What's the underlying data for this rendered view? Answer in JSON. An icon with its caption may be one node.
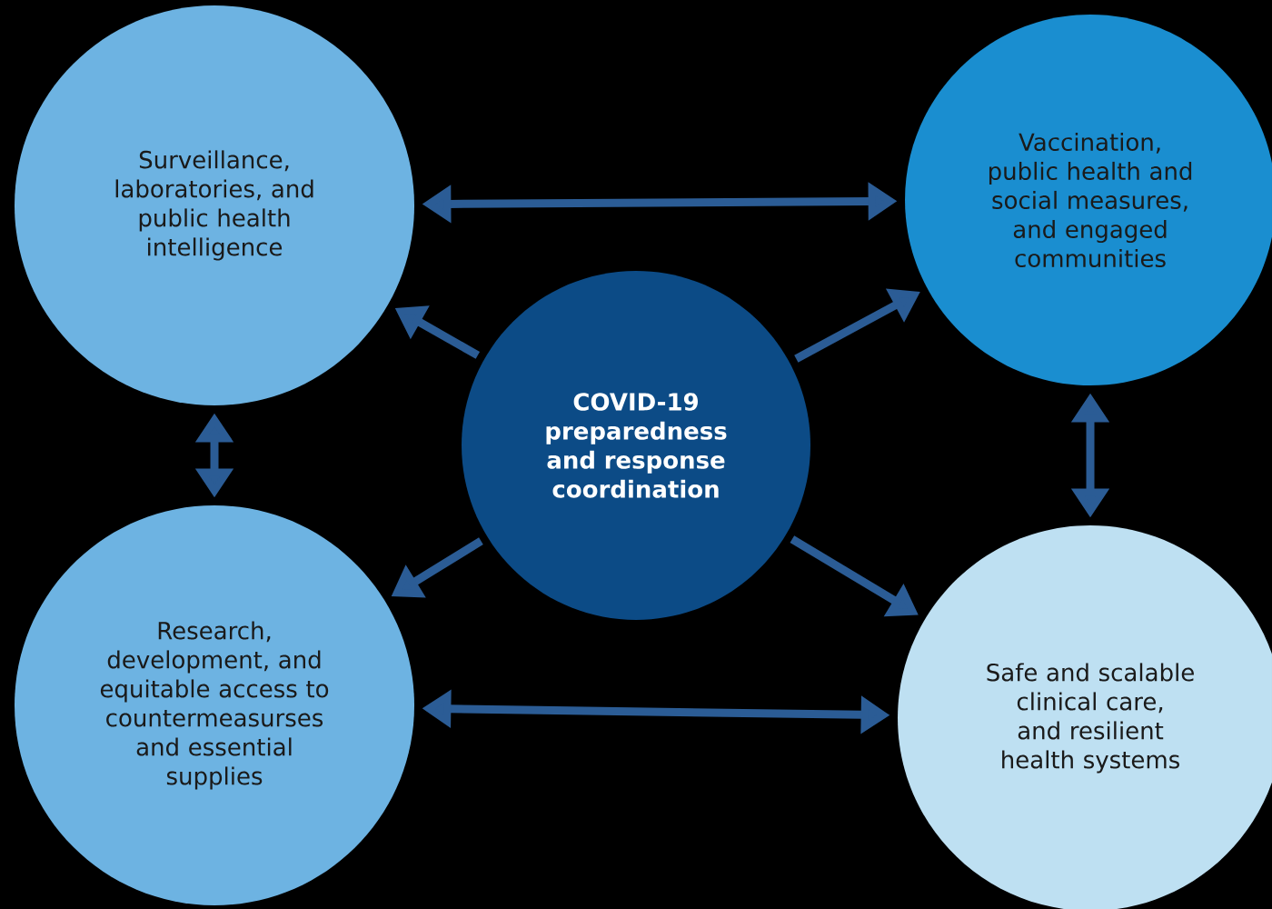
{
  "diagram": {
    "nodes": [
      {
        "text": [
          "Surveillance, laboratories, and public health intelligence"
        ]
      },
      {
        "text": [
          "Vaccination, public health and social measures, and engaged communities"
        ]
      },
      {
        "text": [
          "COVID-19 preparedness and response coordination"
        ]
      },
      {
        "text": [
          "Research, development, and equitable access to countermeasurses and essential supplies"
        ]
      },
      {
        "text": [
          "Safe and scalable clinical care, and resilient health systems"
        ]
      }
    ],
    "edges": [
      {
        "from": 0,
        "to": 1,
        "arrow": "both"
      },
      {
        "from": 2,
        "to": 0,
        "arrow": "to"
      },
      {
        "from": 2,
        "to": 1,
        "arrow": "to"
      },
      {
        "from": 0,
        "to": 3,
        "arrow": "both"
      },
      {
        "from": 1,
        "to": 4,
        "arrow": "both"
      },
      {
        "from": 2,
        "to": 3,
        "arrow": "to"
      },
      {
        "from": 2,
        "to": 4,
        "arrow": "to"
      },
      {
        "from": 3,
        "to": 4,
        "arrow": "both"
      }
    ]
  }
}
